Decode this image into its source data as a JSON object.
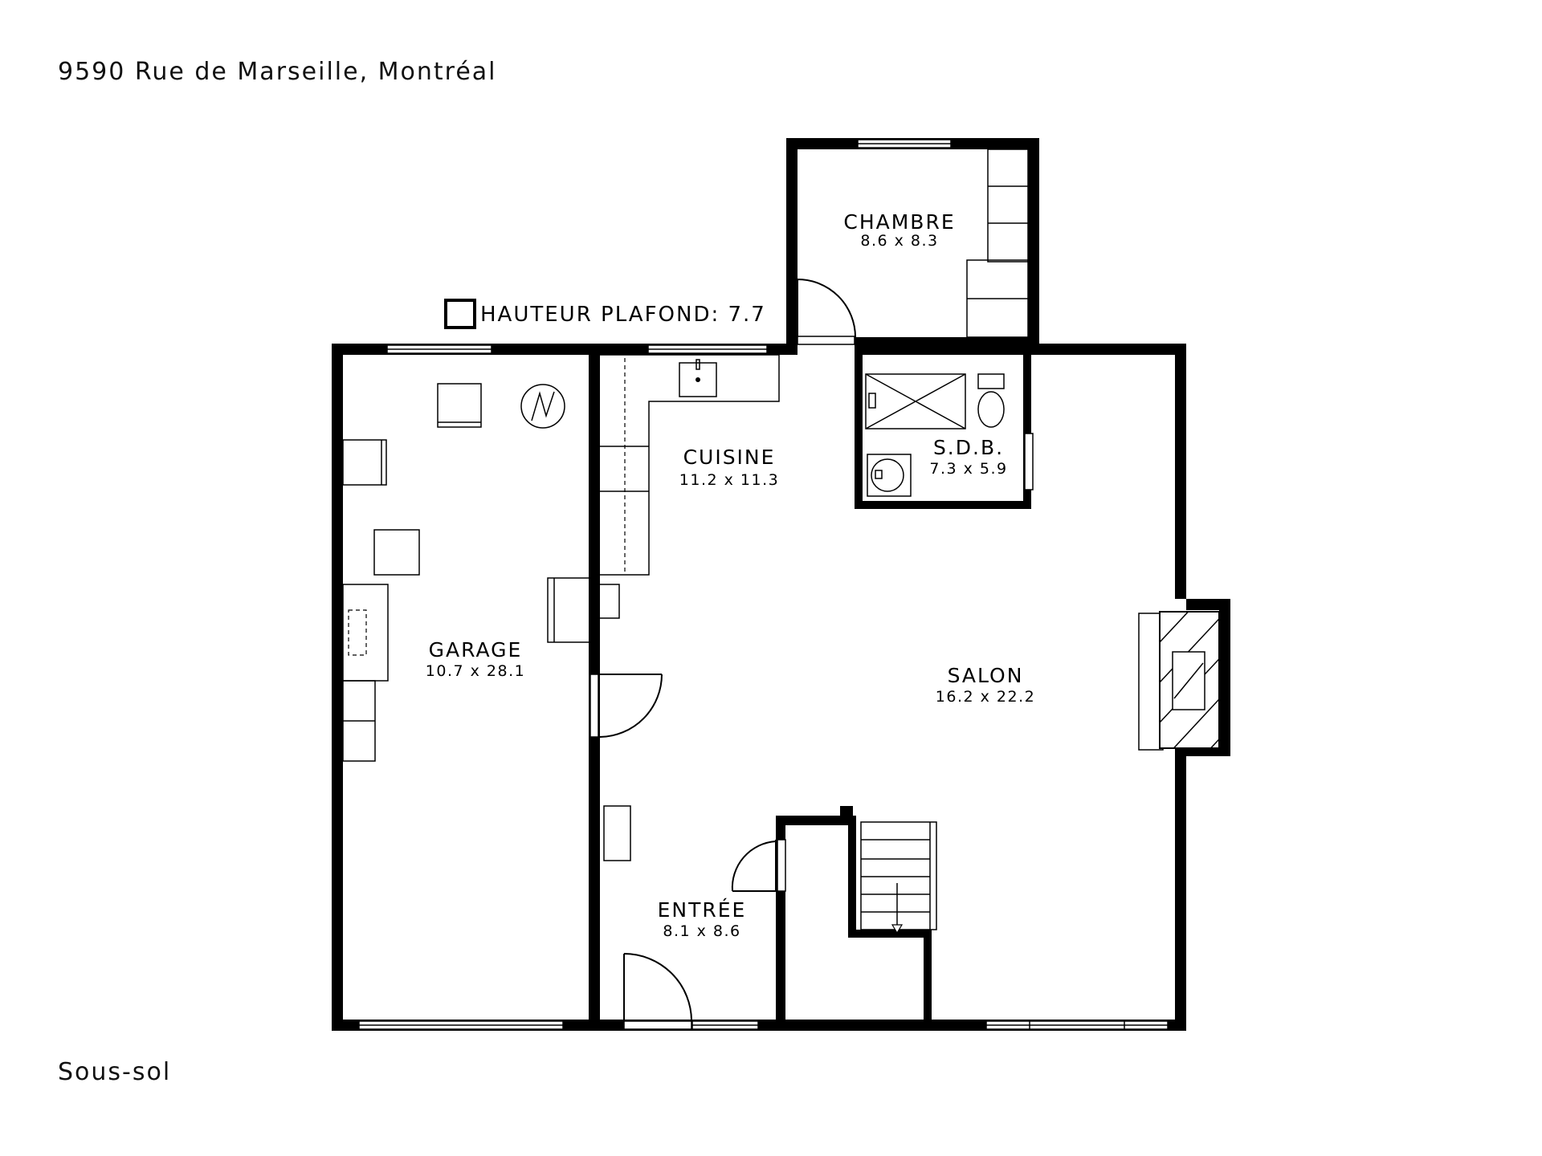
{
  "header": {
    "address": "9590 Rue de Marseille, Montréal"
  },
  "footer": {
    "level": "Sous-sol"
  },
  "ceiling": {
    "label": "HAUTEUR PLAFOND: 7.7"
  },
  "rooms": {
    "chambre": {
      "name": "CHAMBRE",
      "dims": "8.6 x 8.3"
    },
    "cuisine": {
      "name": "CUISINE",
      "dims": "11.2 x 11.3"
    },
    "sdb": {
      "name": "S.D.B.",
      "dims": "7.3 x 5.9"
    },
    "garage": {
      "name": "GARAGE",
      "dims": "10.7 x 28.1"
    },
    "salon": {
      "name": "SALON",
      "dims": "16.2 x 22.2"
    },
    "entree": {
      "name": "ENTRÉE",
      "dims": "8.1 x 8.6"
    }
  }
}
